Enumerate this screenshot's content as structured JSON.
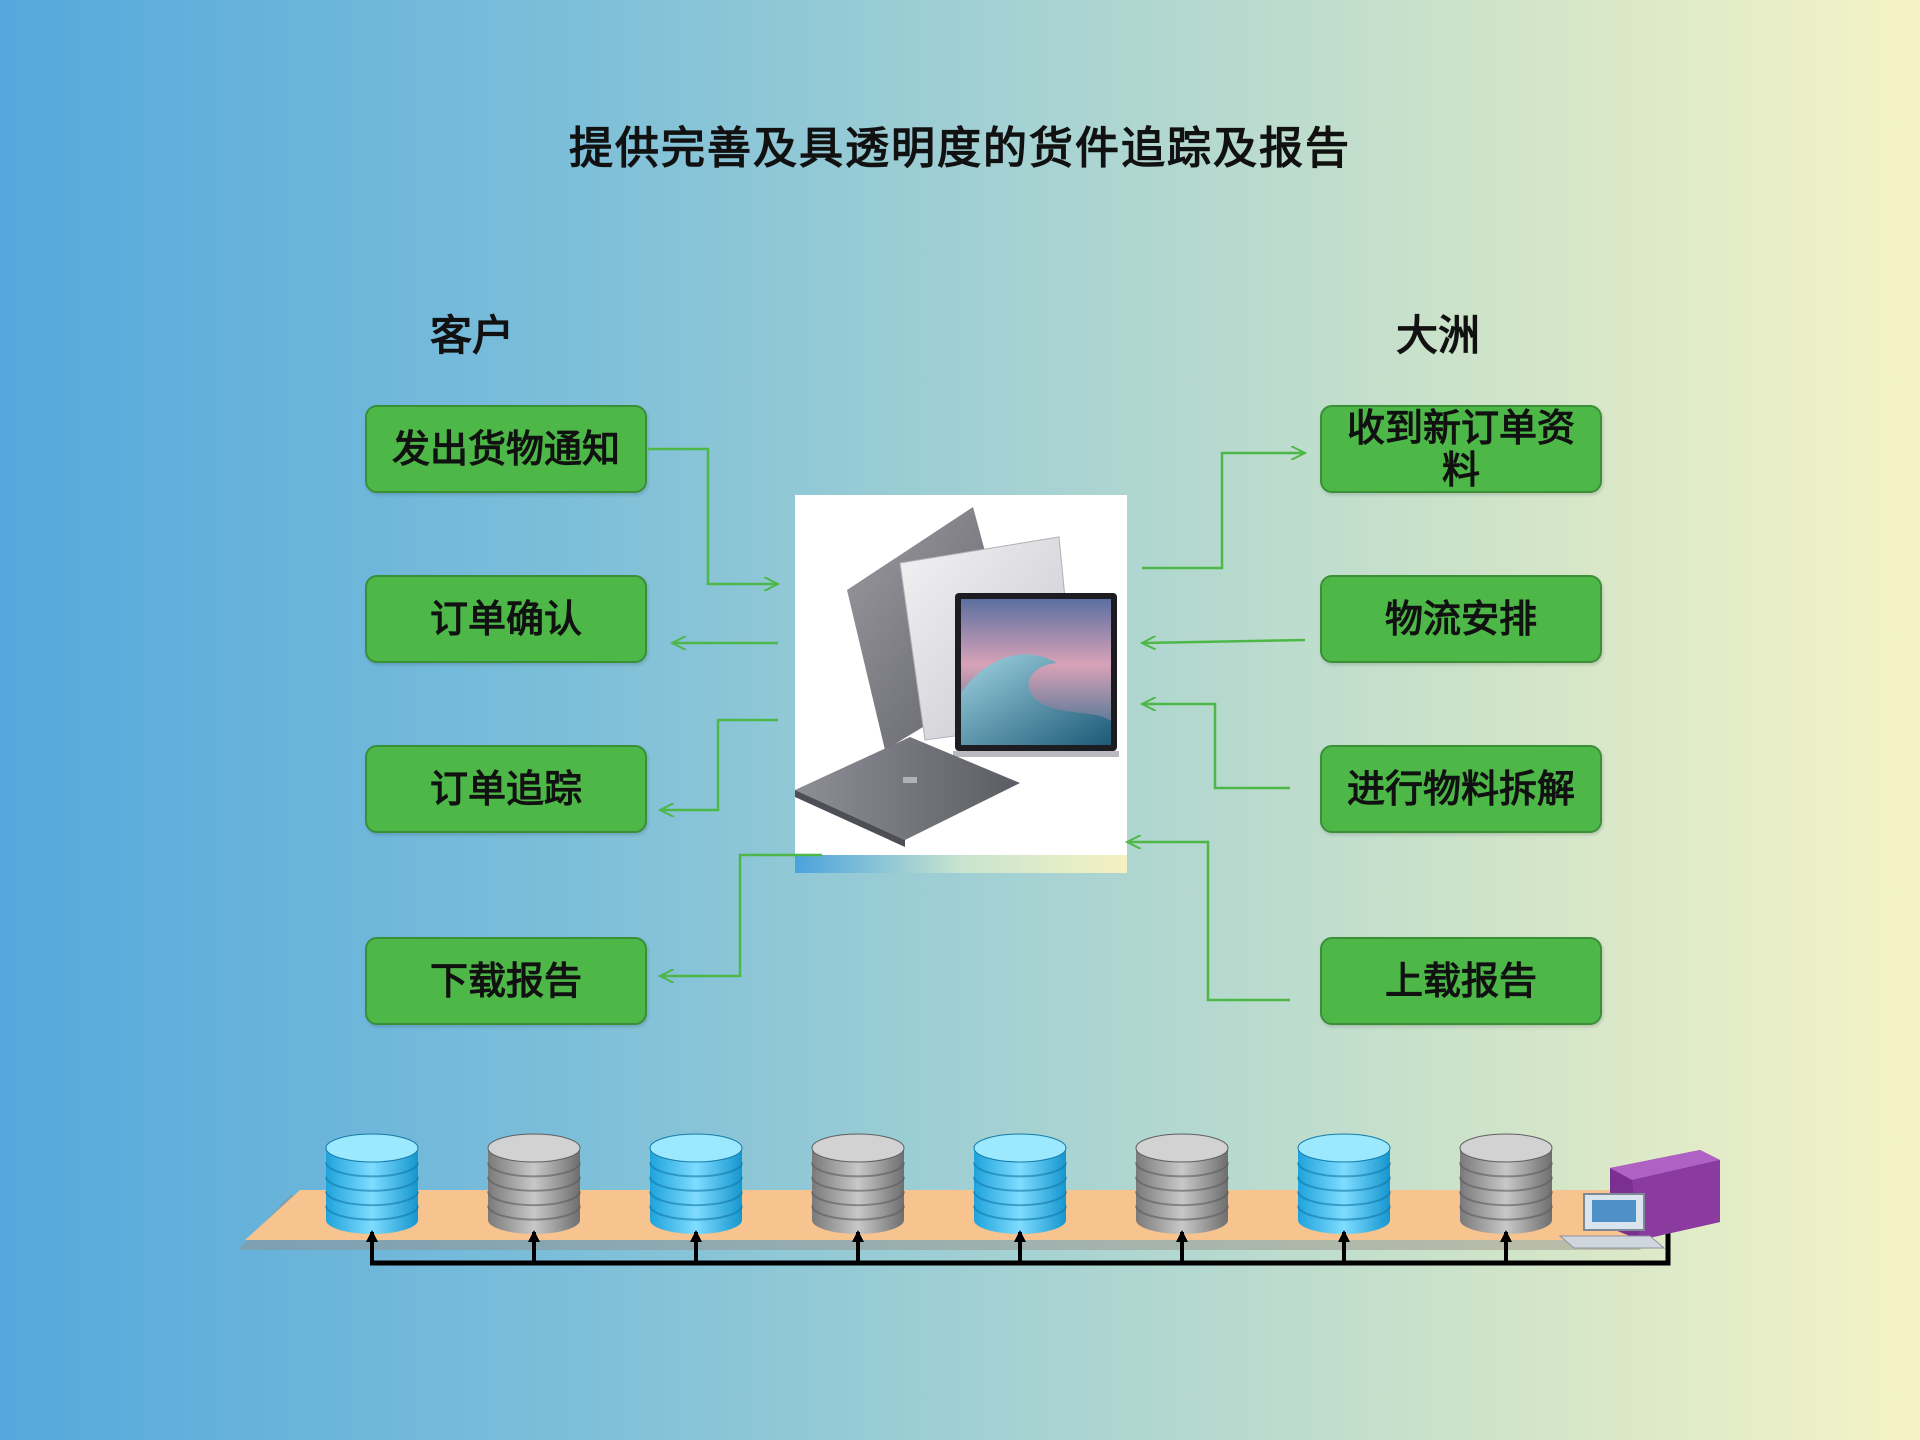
{
  "title": "提供完善及具透明度的货件追踪及报告",
  "groups": {
    "customer": "客户",
    "dazhou": "大洲"
  },
  "customer_nodes": [
    {
      "label": "发出货物通知"
    },
    {
      "label": "订单确认"
    },
    {
      "label": "订单追踪"
    },
    {
      "label": "下载报告"
    }
  ],
  "dazhou_nodes": [
    {
      "label": "收到新订单资料"
    },
    {
      "label": "物流安排"
    },
    {
      "label": "进行物料拆解"
    },
    {
      "label": "上载报告"
    }
  ],
  "colors": {
    "node_fill": "#4db848",
    "node_border": "#3a8f37",
    "arrow": "#4db848",
    "belt": "#f7c38e",
    "db_blue": "#33b7ea",
    "db_gray": "#9a9a9a",
    "server": "#8b3aa0"
  },
  "database_row": [
    "blue",
    "gray",
    "blue",
    "gray",
    "blue",
    "gray",
    "blue",
    "gray"
  ]
}
